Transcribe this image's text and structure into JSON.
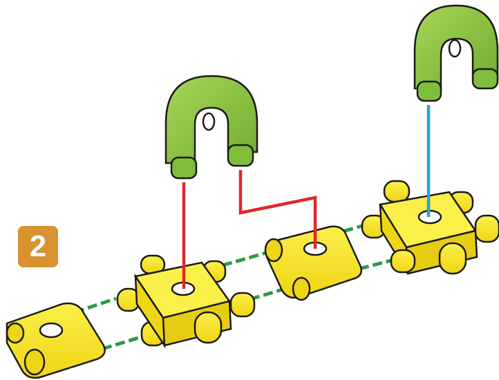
{
  "step": {
    "number": "2"
  },
  "colors": {
    "badge": "#d8922f",
    "yellow_part": "#f5e21c",
    "yellow_shade": "#d9c20f",
    "green_part": "#8dc641",
    "green_shade": "#6fa82c",
    "outline": "#1a1a1a",
    "connector_green": "#2e9a44",
    "connector_red": "#e0262c",
    "connector_blue": "#2a9fd8"
  },
  "icons": [
    "step-number-badge",
    "yellow-connector-block",
    "green-u-clip",
    "yellow-link-plate"
  ]
}
